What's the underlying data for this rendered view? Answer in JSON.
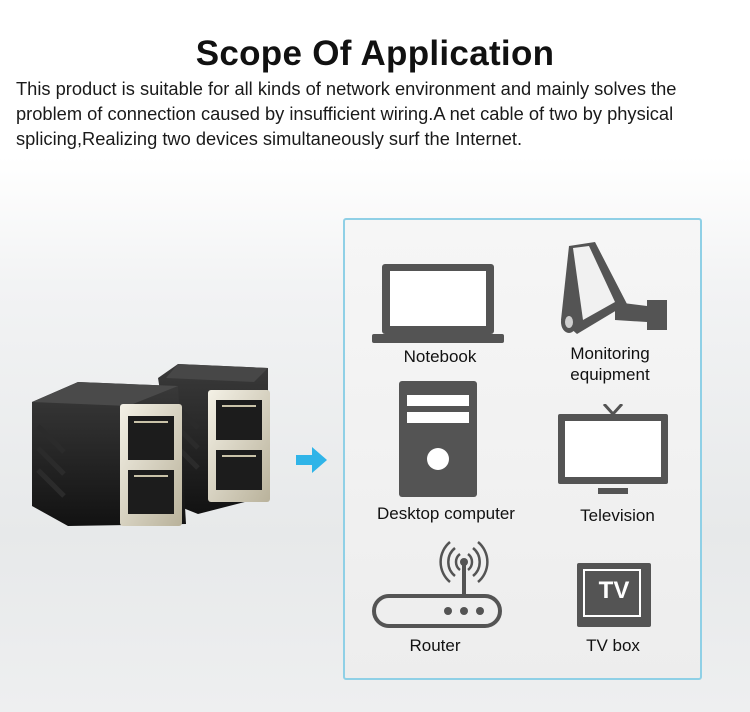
{
  "heading": "Scope Of Application",
  "description": "This product is suitable for all kinds of network environment and mainly solves the problem of connection caused by insufficient wiring.A net cable of two by physical splicing,Realizing two devices simultaneously surf the Internet.",
  "devices": {
    "notebook": "Notebook",
    "monitoring_line1": "Monitoring",
    "monitoring_line2": "equipment",
    "desktop": "Desktop computer",
    "television": "Television",
    "router": "Router",
    "tvbox": "TV box",
    "tvbox_badge": "TV"
  },
  "icons": {
    "notebook": "laptop-icon",
    "monitoring": "security-camera-icon",
    "desktop": "desktop-tower-icon",
    "television": "television-icon",
    "router": "wifi-router-icon",
    "tvbox": "tv-box-icon",
    "arrow": "arrow-right-icon"
  },
  "colors": {
    "icon": "#545454",
    "arrow": "#2fb4e8",
    "panel_border": "#8fd0e6"
  }
}
